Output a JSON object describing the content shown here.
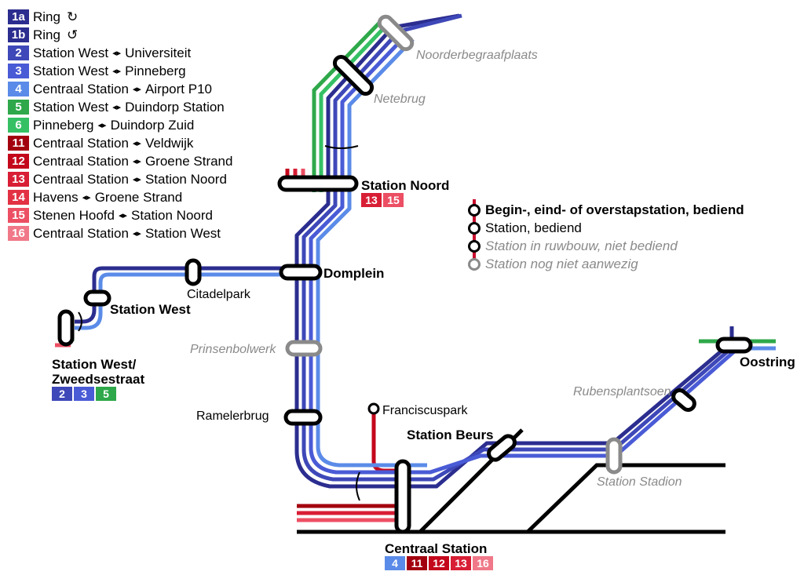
{
  "legend": [
    {
      "badge": "1a",
      "color": "#2b2d8f",
      "from": "Ring",
      "to": "",
      "ring_icon": "↻"
    },
    {
      "badge": "1b",
      "color": "#2b2d8f",
      "from": "Ring",
      "to": "",
      "ring_icon": "↺"
    },
    {
      "badge": "2",
      "color": "#3e48b8",
      "from": "Station West",
      "to": "Universiteit"
    },
    {
      "badge": "3",
      "color": "#4a5bd6",
      "from": "Station West",
      "to": "Pinneberg"
    },
    {
      "badge": "4",
      "color": "#5b8be8",
      "from": "Centraal Station",
      "to": "Airport P10"
    },
    {
      "badge": "5",
      "color": "#2ea84a",
      "from": "Station West",
      "to": "Duindorp Station"
    },
    {
      "badge": "6",
      "color": "#35c064",
      "from": "Pinneberg",
      "to": "Duindorp Zuid"
    },
    {
      "badge": "11",
      "color": "#a3000f",
      "from": "Centraal Station",
      "to": "Veldwijk"
    },
    {
      "badge": "12",
      "color": "#c4081c",
      "from": "Centraal Station",
      "to": "Groene Strand"
    },
    {
      "badge": "13",
      "color": "#d81e35",
      "from": "Centraal Station",
      "to": "Station Noord"
    },
    {
      "badge": "14",
      "color": "#e33144",
      "from": "Havens",
      "to": "Groene Strand"
    },
    {
      "badge": "15",
      "color": "#ec4f63",
      "from": "Stenen Hoofd",
      "to": "Station Noord"
    },
    {
      "badge": "16",
      "color": "#f07888",
      "from": "Centraal Station",
      "to": "Station West"
    }
  ],
  "stations": {
    "noorderbegraafplaats": "Noorderbegraafplaats",
    "netebrug": "Netebrug",
    "station_noord": "Station Noord",
    "domplein": "Domplein",
    "citadelpark": "Citadelpark",
    "station_west": "Station West",
    "station_west_zweedsestraat_1": "Station West/",
    "station_west_zweedsestraat_2": "Zweedsestraat",
    "prinsenbolwerk": "Prinsenbolwerk",
    "ramelerbrug": "Ramelerbrug",
    "franciscuspark": "Franciscuspark",
    "station_beurs": "Station Beurs",
    "centraal_station": "Centraal Station",
    "station_stadion": "Station Stadion",
    "rubensplantsoen": "Rubensplantsoen",
    "oostring": "Oostring"
  },
  "chips": {
    "station_noord": [
      {
        "label": "13",
        "color": "#d81e35"
      },
      {
        "label": "15",
        "color": "#ec4f63"
      }
    ],
    "station_west_zweedsestraat": [
      {
        "label": "2",
        "color": "#3e48b8"
      },
      {
        "label": "3",
        "color": "#4a5bd6"
      },
      {
        "label": "5",
        "color": "#2ea84a"
      }
    ],
    "centraal_station": [
      {
        "label": "4",
        "color": "#5b8be8"
      },
      {
        "label": "11",
        "color": "#a3000f"
      },
      {
        "label": "12",
        "color": "#c4081c"
      },
      {
        "label": "13",
        "color": "#d81e35"
      },
      {
        "label": "16",
        "color": "#f07888"
      }
    ]
  },
  "key": {
    "transfer": "Begin-, eind- of overstapstation, bediend",
    "served": "Station, bediend",
    "under_construction": "Station in ruwbouw, niet bediend",
    "not_present": "Station nog niet aanwezig"
  },
  "colors": {
    "dark_blue": "#2b2d8f",
    "blue": "#3e48b8",
    "light_blue": "#5b8be8",
    "green": "#2ea84a",
    "light_green": "#35c064",
    "red": "#c4081c",
    "pink": "#ec4f63",
    "rail": "#000000",
    "gray": "#8a8a8a"
  }
}
